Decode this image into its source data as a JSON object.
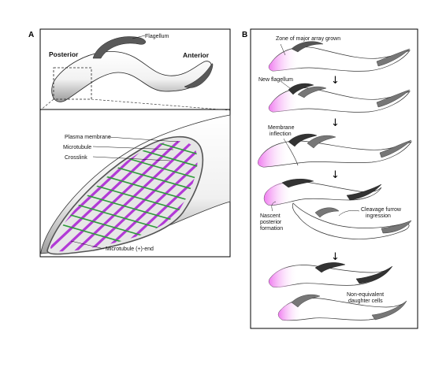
{
  "panel_a": {
    "label": "A",
    "overview": {
      "posterior": "Posterior",
      "flagellum": "Flagellum",
      "anterior": "Anterior"
    },
    "detail": {
      "plasma_membrane": "Plasma membrane",
      "microtubule": "Microtubule",
      "crosslink": "Crosslink",
      "microtubule_plus_end": "Microtubule (+)-end"
    }
  },
  "panel_b": {
    "label": "B",
    "zone_label": "Zone of major array grown",
    "new_flagellum": "New flagellum",
    "membrane_inflection_line1": "Membrane",
    "membrane_inflection_line2": "inflection",
    "nascent_line1": "Nascent",
    "nascent_line2": "posterior",
    "nascent_line3": "formation",
    "cleavage_line1": "Cleavage furrow",
    "cleavage_line2": "ingression",
    "daughter_line1": "Non-equivalent",
    "daughter_line2": "daughter cells"
  },
  "colors": {
    "microtubule": "#b23ad6",
    "crosslink": "#2f9a3a",
    "flagellum": "#555555",
    "posterior_tint": "#f07cf0",
    "border": "#000000"
  }
}
